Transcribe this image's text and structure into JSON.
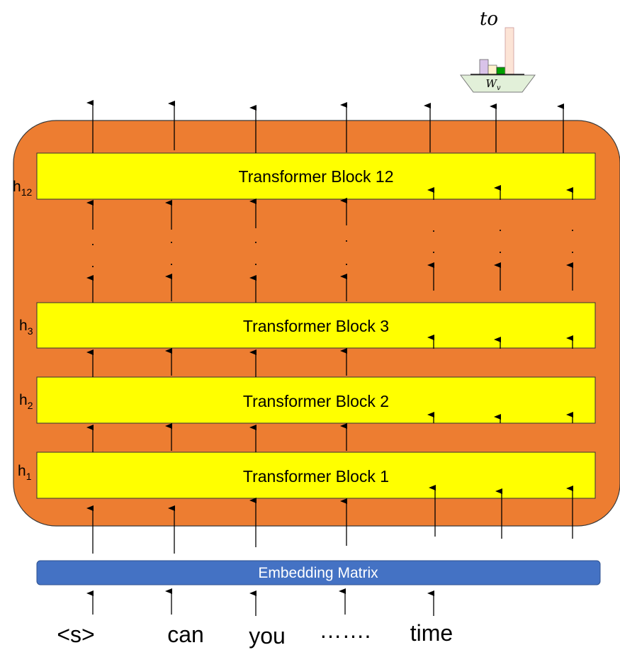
{
  "colors": {
    "container": "#ED7D31",
    "block": "#FFFF00",
    "embedding": "#4472C4",
    "embedding_text": "#FFFFFF",
    "arrow": "#000000",
    "wv_fill": "#E2F0D9",
    "bars": [
      "#D9C3E9",
      "#FFF2CC",
      "#00A000",
      "#FCE4D6"
    ]
  },
  "blocks": [
    {
      "label": "Transformer Block 12",
      "hidden": "h",
      "sub": "12"
    },
    {
      "label": "Transformer Block 3",
      "hidden": "h",
      "sub": "3"
    },
    {
      "label": "Transformer Block 2",
      "hidden": "h",
      "sub": "2"
    },
    {
      "label": "Transformer Block 1",
      "hidden": "h",
      "sub": "1"
    }
  ],
  "embedding": {
    "label": "Embedding Matrix"
  },
  "tokens": [
    "<s>",
    "can",
    "you",
    "…….",
    "time"
  ],
  "dots": ".",
  "output": {
    "word": "to",
    "matrix": "W",
    "matrix_sub": "v"
  },
  "icons": {
    "arrow": "up-arrow-icon",
    "histogram": "bar-chart-icon"
  }
}
